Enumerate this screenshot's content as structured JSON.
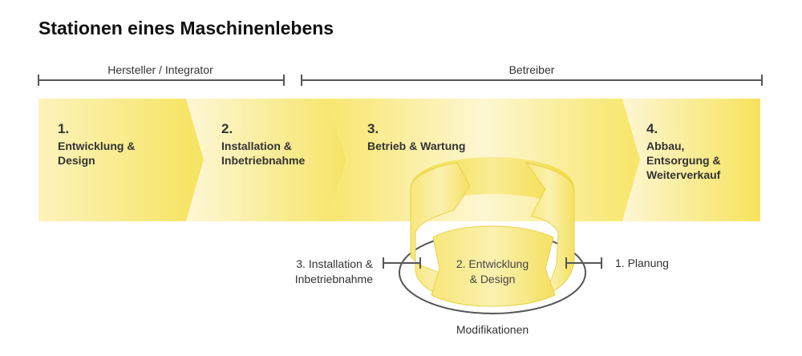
{
  "title": "Stationen eines Maschinenlebens",
  "groups": [
    {
      "label": "Hersteller / Integrator"
    },
    {
      "label": "Betreiber"
    }
  ],
  "stages": [
    {
      "number": "1.",
      "lines": [
        "Entwicklung &",
        "Design"
      ]
    },
    {
      "number": "2.",
      "lines": [
        "Installation &",
        "Inbetriebnahme"
      ]
    },
    {
      "number": "3.",
      "lines": [
        "Betrieb & Wartung"
      ]
    },
    {
      "number": "4.",
      "lines": [
        "Abbau,",
        "Entsorgung &",
        "Weiterverkauf"
      ]
    }
  ],
  "loop": {
    "center": [
      "2. Entwicklung",
      "& Design"
    ],
    "left": [
      "3. Installation &",
      "Inbetriebnahme"
    ],
    "right": "1. Planung",
    "caption": "Modifikationen"
  },
  "colors": {
    "yellow": "#f7e566",
    "yellow_light": "#fcf4c4",
    "bracket": "#555555",
    "text": "#333333"
  }
}
